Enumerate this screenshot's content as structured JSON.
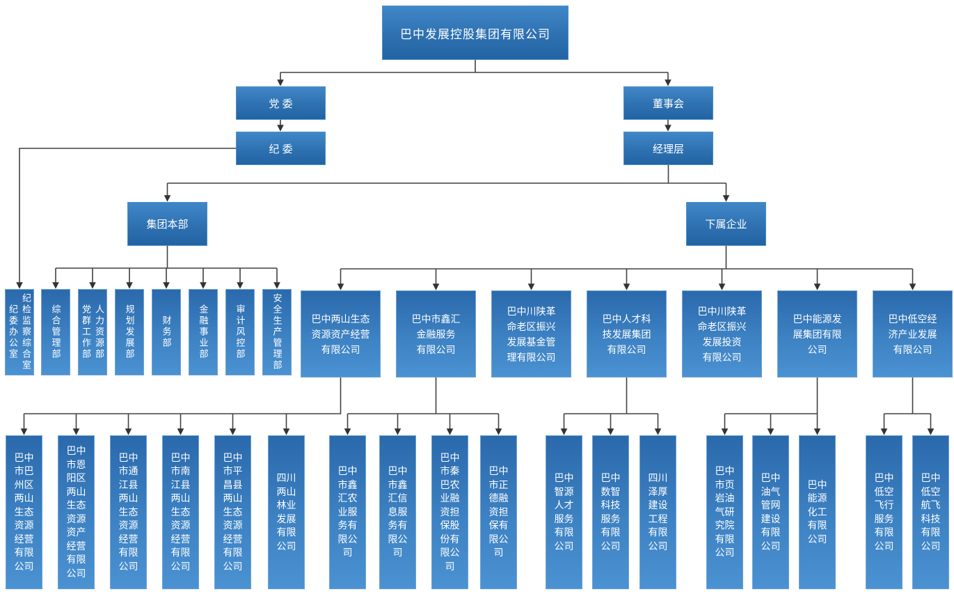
{
  "chart": {
    "type": "org-chart",
    "root": {
      "name": "巴中发展控股集团有限公司"
    },
    "governance": {
      "party_committee": "党 委",
      "discipline_committee": "纪 委",
      "board_of_directors": "董事会",
      "management_level": "经理层"
    },
    "branches": {
      "headquarters": "集团本部",
      "subsidiaries_label": "下属企业"
    },
    "departments": [
      {
        "name": "纪检监察综合室 纪委办公室",
        "lines": [
          "纪检监察综合室",
          "纪委办公室"
        ]
      },
      {
        "name": "综合管理部",
        "lines": [
          "综合管理部"
        ]
      },
      {
        "name": "人力资源部 党群工作部",
        "lines": [
          "人力资源部",
          "党群工作部"
        ]
      },
      {
        "name": "规划发展部",
        "lines": [
          "规划发展部"
        ]
      },
      {
        "name": "财务部",
        "lines": [
          "财务部"
        ]
      },
      {
        "name": "金融事业部",
        "lines": [
          "金融事业部"
        ]
      },
      {
        "name": "审计风控部",
        "lines": [
          "审计风控部"
        ]
      },
      {
        "name": "安全生产管理部",
        "lines": [
          "安全生产管理部"
        ]
      }
    ],
    "subsidiaries": [
      {
        "name": "巴中两山生态资源资产经营有限公司",
        "lines": [
          "巴中两山生态",
          "资源资产经营",
          "有限公司"
        ],
        "children": [
          "巴中市巴州区两山生态资源经营有限公司",
          "巴中市恩阳区两山生态资源资产经营有限公司",
          "巴中市通江县两山生态资源经营有限公司",
          "巴中市南江县两山生态资源经营有限公司",
          "巴中市平昌县两山生态资源经营有限公司",
          "四川两山林业发展有限公司"
        ]
      },
      {
        "name": "巴中市鑫汇金融服务有限公司",
        "lines": [
          "巴中市鑫汇",
          "金融服务",
          "有限公司"
        ],
        "children": [
          "巴中市鑫汇农业服务有限公司",
          "巴中市鑫汇信息服务有限公司",
          "巴中市秦巴农业融资担保股份有限公司",
          "巴中市正德融资担保有限公司"
        ]
      },
      {
        "name": "巴中川陕革命老区振兴发展基金管理有限公司",
        "lines": [
          "巴中川陕革",
          "命老区振兴",
          "发展基金管",
          "理有限公司"
        ],
        "children": []
      },
      {
        "name": "巴中人才科技发展集团有限公司",
        "lines": [
          "巴中人才科",
          "技发展集团",
          "有限公司"
        ],
        "children": [
          "巴中智源人才服务有限公司",
          "巴中数智科技服务有限公司",
          "四川泽厚建设工程有限公司"
        ]
      },
      {
        "name": "巴中川陕革命老区振兴发展投资有限公司",
        "lines": [
          "巴中川陕革",
          "命老区振兴",
          "发展投资",
          "有限公司"
        ],
        "children": []
      },
      {
        "name": "巴中能源发展集团有限公司",
        "lines": [
          "巴中能源发",
          "展集团有限",
          "公司"
        ],
        "children": [
          "巴中市页岩油气研究院有限公司",
          "巴中油气管网建设有限公司",
          "巴中能源化工有限公司"
        ]
      },
      {
        "name": "巴中低空经济产业发展有限公司",
        "lines": [
          "巴中低空经",
          "济产业发展",
          "有限公司"
        ],
        "children": [
          "巴中低空飞行服务有限公司",
          "巴中低空航飞科技有限公司"
        ]
      }
    ],
    "colors": {
      "node_gradient_top": "#4087c7",
      "node_gradient_bottom": "#2263a3",
      "leaf_gradient_top": "#2a69ac",
      "leaf_gradient_bottom": "#4b92d2",
      "connector": "#404040",
      "text": "#ffffff"
    }
  }
}
